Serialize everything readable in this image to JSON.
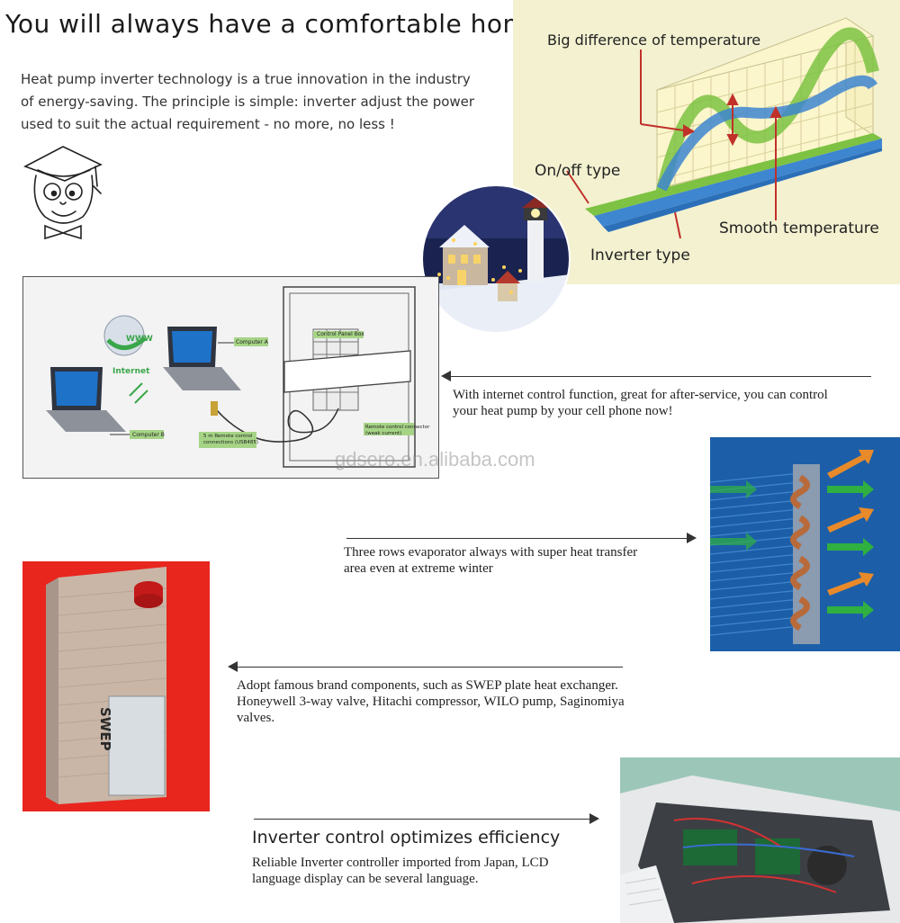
{
  "title": "You will always have a comfortable home!",
  "intro_lines": [
    "Heat pump  inverter  technology  is a  true  innovation in the industry",
    "of energy-saving. The principle is simple:  inverter adjust the power",
    "used to suit the actual requirement  - no more,  no  less !"
  ],
  "diagram": {
    "big_difference": "Big difference of temperature",
    "onoff_type": "On/off type",
    "smooth_temperature": "Smooth temperature",
    "inverter_type": "Inverter type"
  },
  "network": {
    "www": "WWW",
    "internet": "Internet",
    "computer_a": "Computer A",
    "computer_b": "Computer B",
    "control_panel_box": "Control Panel Box",
    "remote_conn_line1": "5 m  Remote control",
    "remote_conn_line2": "connections  (USB485)",
    "remote_connector_line1": "Remote control connector",
    "remote_connector_line2": "(weak current)"
  },
  "captions": {
    "internet_line1": "With internet control function,  great for after-service,  you can control",
    "internet_line2": "your heat pump by your cell phone now!",
    "evaporator_line1": "Three rows evaporator always with super heat transfer",
    "evaporator_line2": "area even at extreme winter",
    "brand_line1": "Adopt famous brand  components, such as SWEP plate heat exchanger.",
    "brand_line2": "Honeywell 3-way valve, Hitachi compressor, WILO pump, Saginomiya",
    "brand_line3": "valves.",
    "inverter_heading": "Inverter control optimizes efficiency",
    "inverter_line1": "Reliable Inverter controller imported from Japan, LCD",
    "inverter_line2": "language display can be several language."
  },
  "swep_label": "SWEP",
  "watermark": "gdsero.en.alibaba.com",
  "colors": {
    "diagram_bg": "#f3f1d0",
    "grid_bg": "#fbf6cc",
    "green_band": "#7dc242",
    "blue_band": "#3e86cf",
    "red_bg": "#e8261e",
    "coil_bg": "#1c5fa8"
  }
}
